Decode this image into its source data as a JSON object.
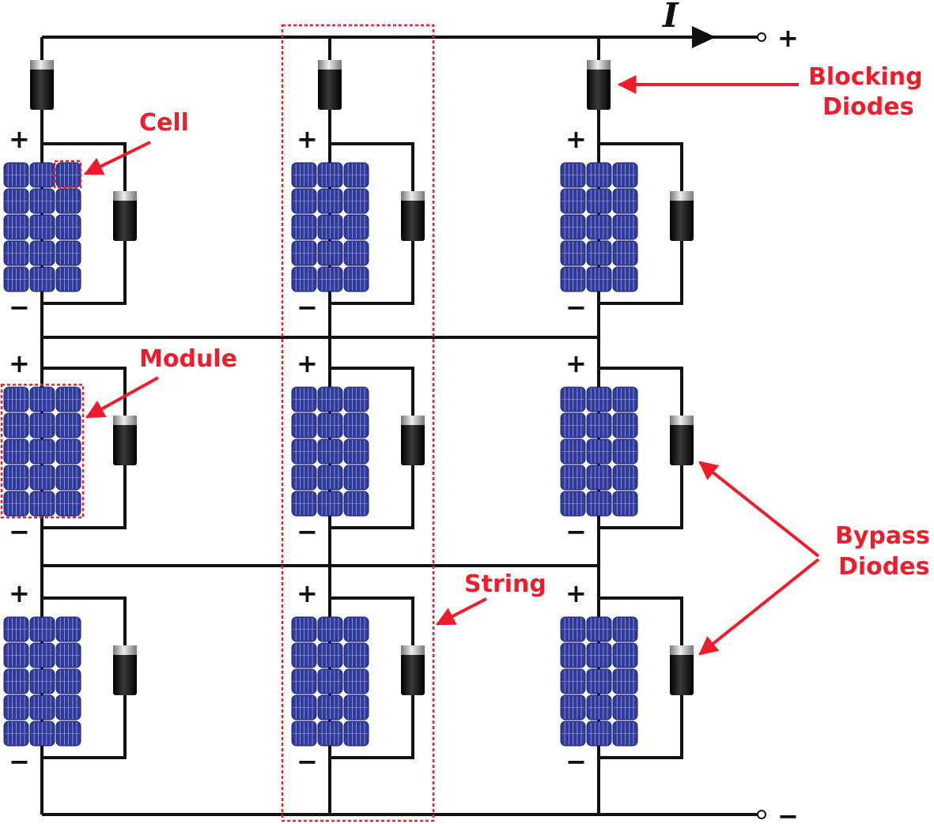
{
  "labels": {
    "current": "I",
    "output_plus": "+",
    "output_minus": "−",
    "module_plus": "+",
    "module_minus": "−",
    "cell": "Cell",
    "module": "Module",
    "string": "String",
    "blocking_line1": "Blocking",
    "blocking_line2": "Diodes",
    "bypass_line1": "Bypass",
    "bypass_line2": "Diodes"
  },
  "colors": {
    "wire": "#111111",
    "panel": "#2f3a9a",
    "panel_dark": "#1c2470",
    "cell_line": "#c8cdf0",
    "diode_body": "#151515",
    "diode_band": "#b8b8b8",
    "annotation": "#ee1d2b"
  }
}
